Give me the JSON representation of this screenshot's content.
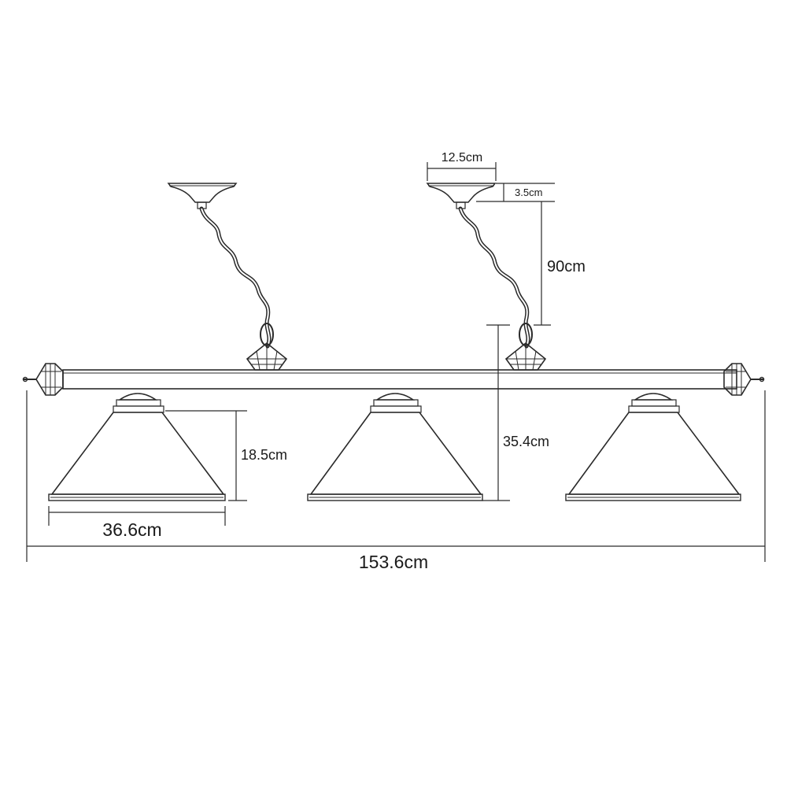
{
  "dimensions": {
    "canopy_width": "12.5cm",
    "canopy_height": "3.5cm",
    "chain_length": "90cm",
    "total_height": "35.4cm",
    "shade_height": "18.5cm",
    "shade_width": "36.6cm",
    "total_length": "153.6cm"
  },
  "colors": {
    "line": "#2a2a2a",
    "text": "#1a1a1a",
    "background": "#ffffff"
  }
}
